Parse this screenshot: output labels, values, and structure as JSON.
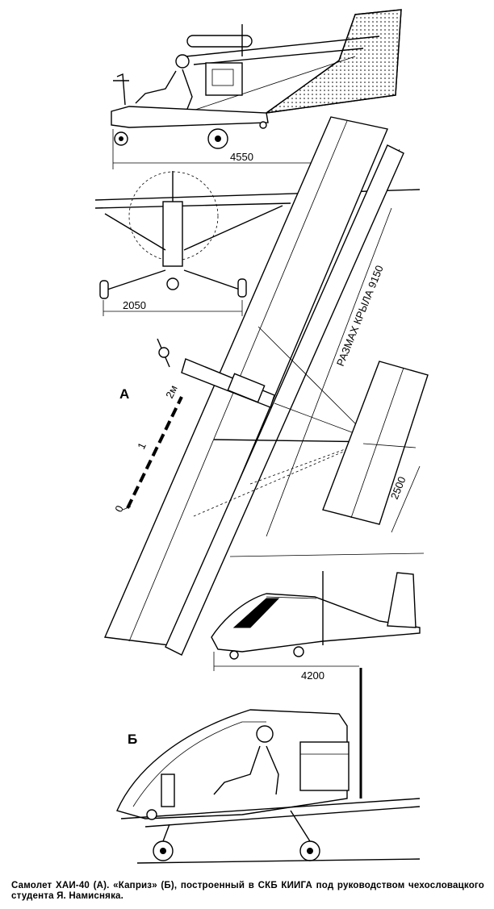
{
  "dimensions": {
    "side_length": "4550",
    "front_track": "2050",
    "wingspan": "РАЗМАХ КРЫЛА 9150",
    "tail_span": "2500",
    "kaprise_length": "4200"
  },
  "scale": {
    "zero": "0",
    "one": "1",
    "two": "2м"
  },
  "labels": {
    "a": "А",
    "b": "Б"
  },
  "caption": "Самолет ХАИ-40 (А). «Каприз» (Б), построенный в СКБ КИИГА под руководством чехословацкого студента Я. Намисняка."
}
